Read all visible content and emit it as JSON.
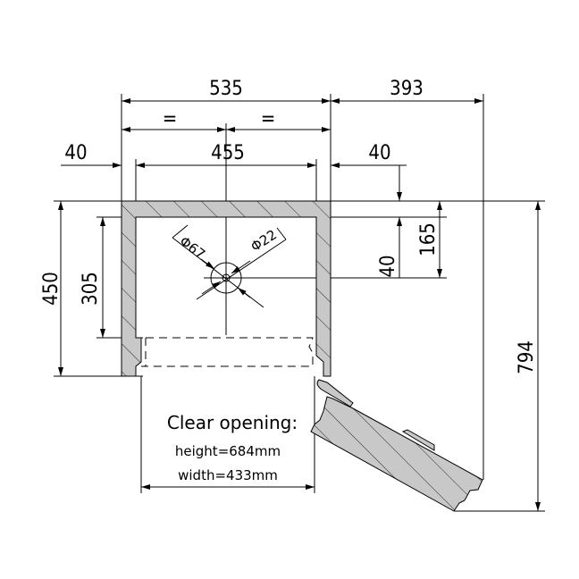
{
  "dimensions": {
    "overall_width": "535",
    "door_swing": "393",
    "equal_left": "=",
    "equal_right": "=",
    "wall_left": "40",
    "inner_width": "455",
    "wall_right": "40",
    "outer_depth": "450",
    "drain_depth": "305",
    "wall_top": "40",
    "drain_offset": "165",
    "total_depth": "794",
    "drain_diameter": "Φ67",
    "pipe_diameter": "Φ22"
  },
  "clear_opening": {
    "title": "Clear opening:",
    "height": "height=684mm",
    "width": "width=433mm"
  }
}
